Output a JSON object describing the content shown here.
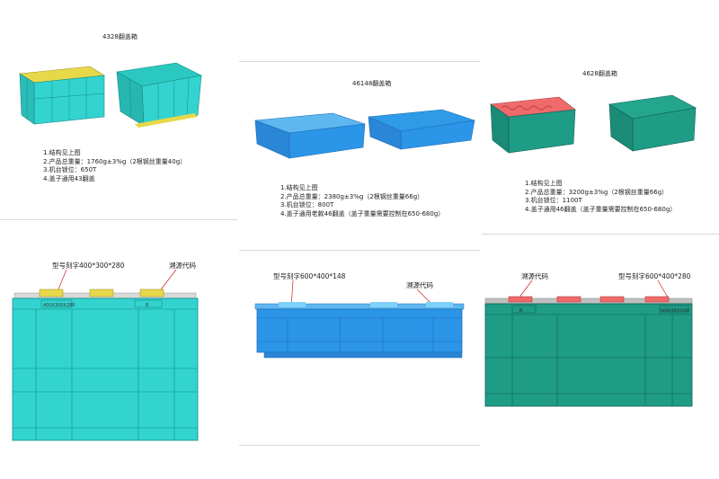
{
  "panels": [
    {
      "title": "4328翻盖箱",
      "specs": [
        "1.结构见上图",
        "2.产品总重量：1760g±3%g（2根钢丝重量40g）",
        "3.机台锁位：650T",
        "4.盖子通用43翻盖"
      ],
      "front_view": {
        "model_label": "型号刻字400*300*280",
        "trace_label": "溯源代码",
        "engraving": "400X300X280",
        "code": "R"
      }
    },
    {
      "title": "46148翻盖箱",
      "specs": [
        "1.结构见上图",
        "2.产品总重量：2380g±3%g（2根钢丝重量66g）",
        "3.机台锁位：800T",
        "4.盖子通用老款46翻盖（盖子重量需要控制在650-680g）"
      ],
      "front_view": {
        "model_label": "型号刻字600*400*148",
        "trace_label": "溯源代码"
      }
    },
    {
      "title": "4628翻盖箱",
      "specs": [
        "1.结构见上图",
        "2.产品总重量：3200g±3%g（2根钢丝重量66g）",
        "3.机台锁位：1100T",
        "4.盖子通用46翻盖（盖子重量需要控制在650-680g）"
      ],
      "front_view": {
        "model_label": "型号刻字600*400*280",
        "trace_label": "溯源代码",
        "engraving": "600X400X280",
        "code": "R"
      }
    }
  ],
  "colors": {
    "cyan": "#33d4cf",
    "blue": "#2b95e8",
    "teal": "#1f9c86",
    "lid_yellow": "#e7d84a",
    "lid_red": "#ef6b6b",
    "callout_red": "#c81e1e"
  }
}
